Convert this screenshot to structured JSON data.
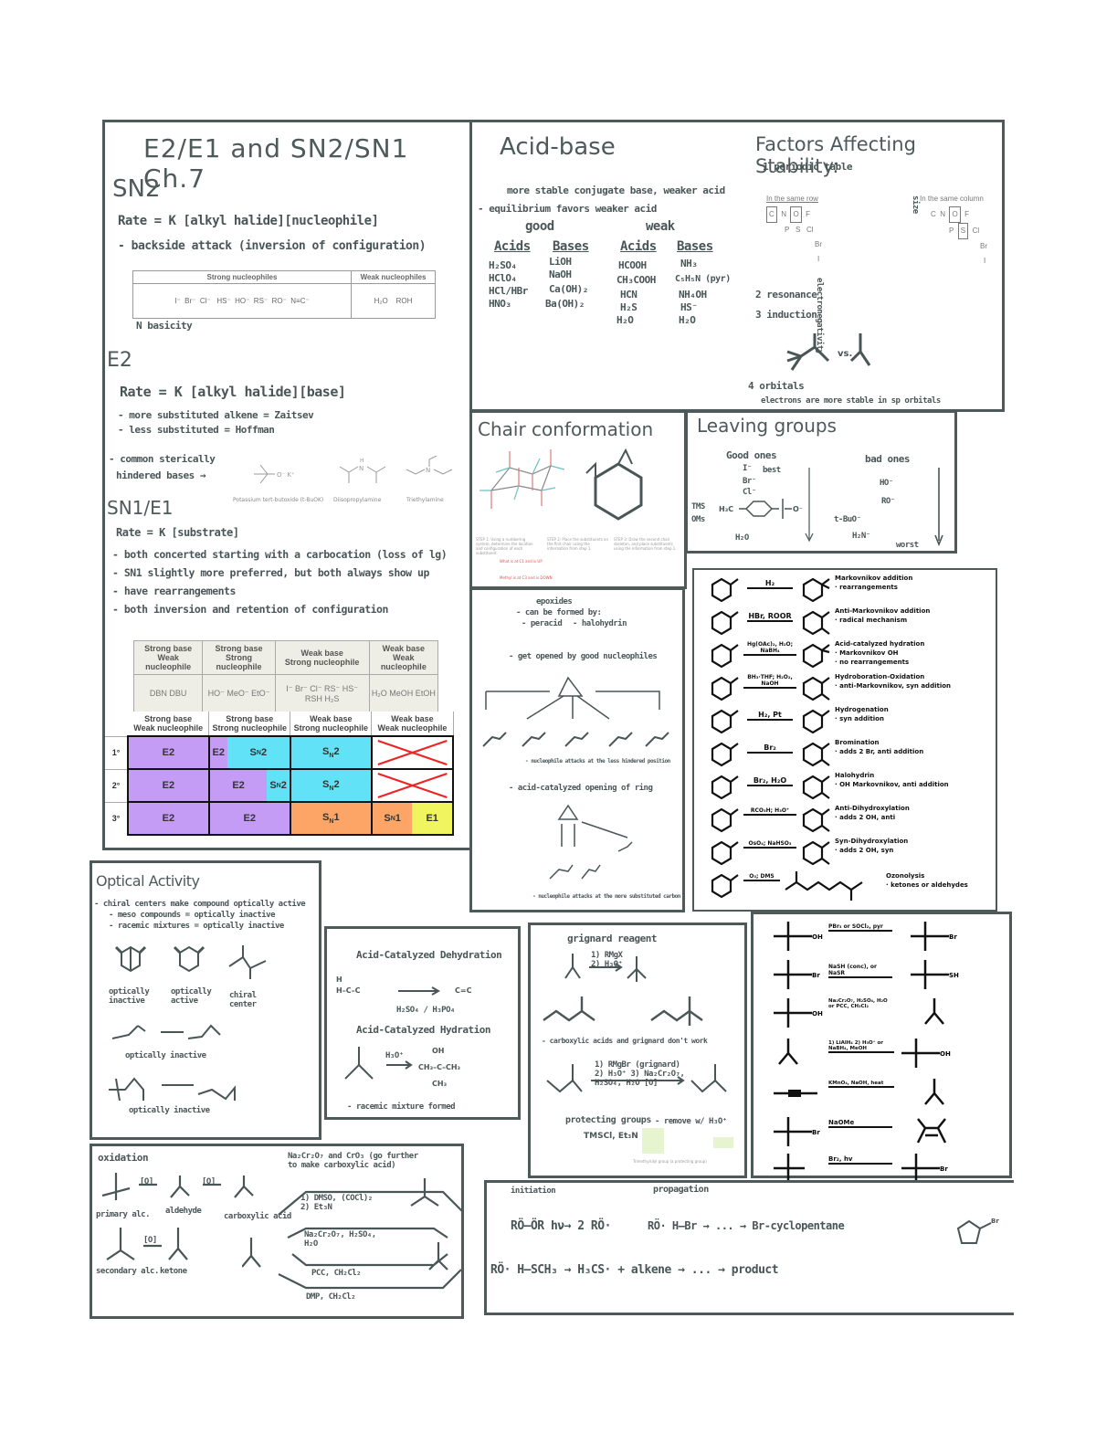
{
  "sheet": {
    "sn_e": {
      "title": "E2/E1 and SN2/SN1 Ch.7",
      "sn2": {
        "heading": "SN2",
        "rate": "Rate = K [alkyl halide][nucleophile]",
        "note": "- backside attack (inversion of configuration)",
        "nucleophile_table": {
          "headers": [
            "Strong nucleophiles",
            "Weak nucleophiles"
          ],
          "strong": [
            "I⁻",
            "Br⁻",
            "Cl⁻",
            "HS⁻",
            "HO⁻",
            "RS⁻",
            "RO⁻",
            "N≡C⁻"
          ],
          "weak": [
            "H₂O",
            "ROH"
          ],
          "annotation": "N basicity"
        }
      },
      "e2": {
        "heading": "E2",
        "rate": "Rate = K [alkyl halide][base]",
        "notes": [
          "- more substituted alkene = Zaitsev",
          "- less substituted = Hoffman"
        ],
        "hindered_label": [
          "- common sterically",
          "hindered bases →"
        ],
        "bases": [
          "Potassium tert-butoxide (t-BuOK)",
          "Diisopropylamine",
          "Triethylamine"
        ]
      },
      "sn1e1": {
        "heading": "SN1/E1",
        "rate": "Rate = K [substrate]",
        "notes": [
          "- both concerted starting with a carbocation (loss of lg)",
          "- SN1 slightly more preferred, but both always show up",
          "- have rearrangements",
          "- both inversion and retention of configuration"
        ]
      },
      "reagent_table": {
        "headers": [
          "Strong base\nWeak nucleophile",
          "Strong base\nStrong nucleophile",
          "Weak base\nStrong nucleophile",
          "Weak base\nWeak nucleophile"
        ],
        "examples": [
          "DBN   DBU",
          "HO⁻  MeO⁻  EtO⁻",
          "I⁻  Br⁻  Cl⁻  RS⁻  HS⁻  RSH  H₂S",
          "H₂O   MeOH   EtOH"
        ]
      },
      "outcome_grid": {
        "headers": [
          "Strong base\nWeak nucleophile",
          "Strong base\nStrong nucleophile",
          "Weak base\nStrong nucleophile",
          "Weak base\nWeak nucleophile"
        ],
        "rows": [
          {
            "label": "1°",
            "cells": [
              "E2",
              "E2 | SN2",
              "SN2",
              "X"
            ]
          },
          {
            "label": "2°",
            "cells": [
              "E2",
              "E2 | SN2",
              "SN2",
              "X"
            ]
          },
          {
            "label": "3°",
            "cells": [
              "E2",
              "E2",
              "SN1",
              "SN1 | E1"
            ]
          }
        ],
        "colors": {
          "E2": "#c49bf5",
          "SN2": "#62e2f7",
          "SN1": "#fca566",
          "E1": "#f0f45e",
          "X": "#ee2222"
        }
      }
    },
    "acid_base": {
      "title": "Acid-base",
      "notes": [
        "more stable conjugate base, weaker acid",
        "- equilibrium favors weaker acid"
      ],
      "good_label": "good",
      "weak_label": "weak",
      "columns": {
        "good_acids": {
          "header": "Acids",
          "items": [
            "H₂SO₄",
            "HClO₄",
            "HCl/HBr",
            "HNO₃"
          ]
        },
        "good_bases": {
          "header": "Bases",
          "items": [
            "LiOH",
            "NaOH",
            "Ca(OH)₂",
            "Ba(OH)₂"
          ]
        },
        "weak_acids": {
          "header": "Acids",
          "items": [
            "HCOOH",
            "CH₃COOH",
            "HCN",
            "H₂S",
            "H₂O"
          ]
        },
        "weak_bases": {
          "header": "Bases",
          "items": [
            "NH₃",
            "C₅H₅N (pyr)",
            "NH₄OH",
            "HS⁻",
            "H₂O"
          ]
        }
      }
    },
    "stability": {
      "title": "Factors Affecting Stability:",
      "items": [
        "1 periodic table",
        "2 resonance",
        "3 induction",
        "4 orbitals"
      ],
      "row_label": "In the same row",
      "column_label": "In the same column",
      "row_elements": [
        [
          "C",
          "N",
          "O",
          "F"
        ],
        [
          "P",
          "S",
          "Cl"
        ],
        [
          "Br"
        ],
        [
          "I"
        ]
      ],
      "col_elements": [
        [
          "C",
          "N",
          "O",
          "F"
        ],
        [
          "P",
          "S",
          "Cl"
        ],
        [
          "Br"
        ],
        [
          "I"
        ]
      ],
      "side_notes": [
        "electronegativity",
        "size"
      ],
      "vs": "vs.",
      "orbital_note": "electrons are more stable in sp orbitals"
    },
    "chair": {
      "title": "Chair conformation",
      "steps": [
        "STEP 1: Using a numbering system, determine the location and configuration of each substituent.",
        "STEP 2: Place the substituents on the first chair using the information from step 1.",
        "STEP 3: Draw the second chair skeleton, and place substituents using the information from step 1."
      ],
      "step_notes": [
        "What is at C1 and is UP",
        "Methyl is at C3 and is DOWN"
      ]
    },
    "leaving_groups": {
      "title": "Leaving groups",
      "good_label": "Good ones",
      "bad_label": "bad ones",
      "good_items": [
        "I⁻",
        "Br⁻",
        "Cl⁻",
        "TsO⁻ / OMs",
        "H₂O"
      ],
      "good_note": "best",
      "bad_items": [
        "HO⁻",
        "RO⁻",
        "t-BuO⁻",
        "H₂N⁻"
      ],
      "bad_note": "worst",
      "ts_labels": [
        "TMS",
        "OMs"
      ]
    },
    "epoxide": {
      "title": "epoxides",
      "notes": [
        "- can be formed by:",
        "- peracid",
        "- halohydrin",
        "- get opened by good nucleophiles",
        "- nucleophile attacks at the less hindered position",
        "- acid-catalyzed opening of ring",
        "- nucleophile attacks at the more substituted carbon"
      ]
    },
    "alkene_reactions": {
      "reagents": [
        "H₂",
        "HBr, ROOR",
        "Hg(OAc)₂, H₂O; NaBH₄",
        "BH₃·THF; H₂O₂, NaOH",
        "H₂, Pt",
        "Br₂",
        "Br₂, H₂O",
        "RCO₃H; H₃O⁺",
        "OsO₄; NaHSO₃",
        "O₃; DMS"
      ],
      "names": [
        "Markovnikov addition\n· rearrangements",
        "Anti-Markovnikov addition\n· radical mechanism",
        "Acid-catalyzed hydration\n· Markovnikov OH\n· no rearrangements",
        "Hydroboration-Oxidation\n· anti-Markovnikov, syn addition",
        "Hydrogenation\n· syn addition",
        "Bromination\n· adds 2 Br, anti addition",
        "Halohydrin\n· OH Markovnikov, anti addition",
        "Anti-Dihydroxylation\n· adds 2 OH, anti",
        "Syn-Dihydroxylation\n· adds 2 OH, syn",
        "Ozonolysis\n· ketones or aldehydes"
      ]
    },
    "optical": {
      "title": "Optical Activity",
      "notes": [
        "- chiral centers make compound optically active",
        "- meso compounds = optically inactive",
        "- racemic mixtures = optically inactive"
      ],
      "labels": [
        "optically inactive",
        "optically active",
        "chiral center",
        "optically inactive",
        "optically inactive"
      ]
    },
    "acid_cat": {
      "title1": "Acid-Catalyzed Dehydration",
      "title2": "Acid-Catalyzed Hydration",
      "reagent1": "H₂SO₄ / H₃PO₄",
      "reagent2": "H₃O⁺",
      "note": "- racemic mixture formed"
    },
    "grignard": {
      "title": "grignard reagent",
      "reagent": "1) RMgX  2) H₃O⁺",
      "note": "- carboxylic acids and grignard don't work",
      "multi_reagent": "1) RMgBr (grignard) 2) H₃O⁺ 3) Na₂Cr₂O₇, H₂SO₄, H₂O [O]",
      "protecting_title": "protecting groups",
      "protecting_note": "- remove w/ H₃O⁺",
      "protecting_reagent": "TMSCl, Et₃N",
      "tms_label": "Trimethylsilyl group (a protecting group)"
    },
    "substitution_scheme": {
      "rows": [
        "PBr₃ or SOCl₂, pyr",
        "NaSH (conc), or NaSR",
        "Na₂Cr₂O₇, H₂SO₄, H₂O or PCC, CH₂Cl₂",
        "1) LiAlH₄ 2) H₃O⁺ or NaBH₄, MeOH",
        "KMnO₄, NaOH, heat",
        "NaOMe",
        "Br₂, hv"
      ]
    },
    "oxidation": {
      "title": "oxidation",
      "header": "Na₂Cr₂O₇ and CrO₃ (go further to make carboxylic acid)",
      "labels": [
        "primary alc.",
        "aldehyde",
        "carboxylic acid",
        "secondary alc.",
        "ketone"
      ],
      "arrow_labels": [
        "[O]",
        "[O]",
        "[O]"
      ],
      "routes": [
        "1) DMSO, (COCl)₂  2) Et₃N",
        "Na₂Cr₂O₇, H₂SO₄, H₂O",
        "PCC, CH₂Cl₂",
        "DMP, CH₂Cl₂"
      ]
    },
    "radical": {
      "initiation": "initiation",
      "propagation": "propagation",
      "eq1": "RÖ–ÖR  hν→  2 RÖ·",
      "eq2": "RÖ· H–Br → ... → Br-cyclopentane",
      "eq3": "RÖ· H–SCH₃ → H₃CS· + alkene → ... → product"
    }
  }
}
